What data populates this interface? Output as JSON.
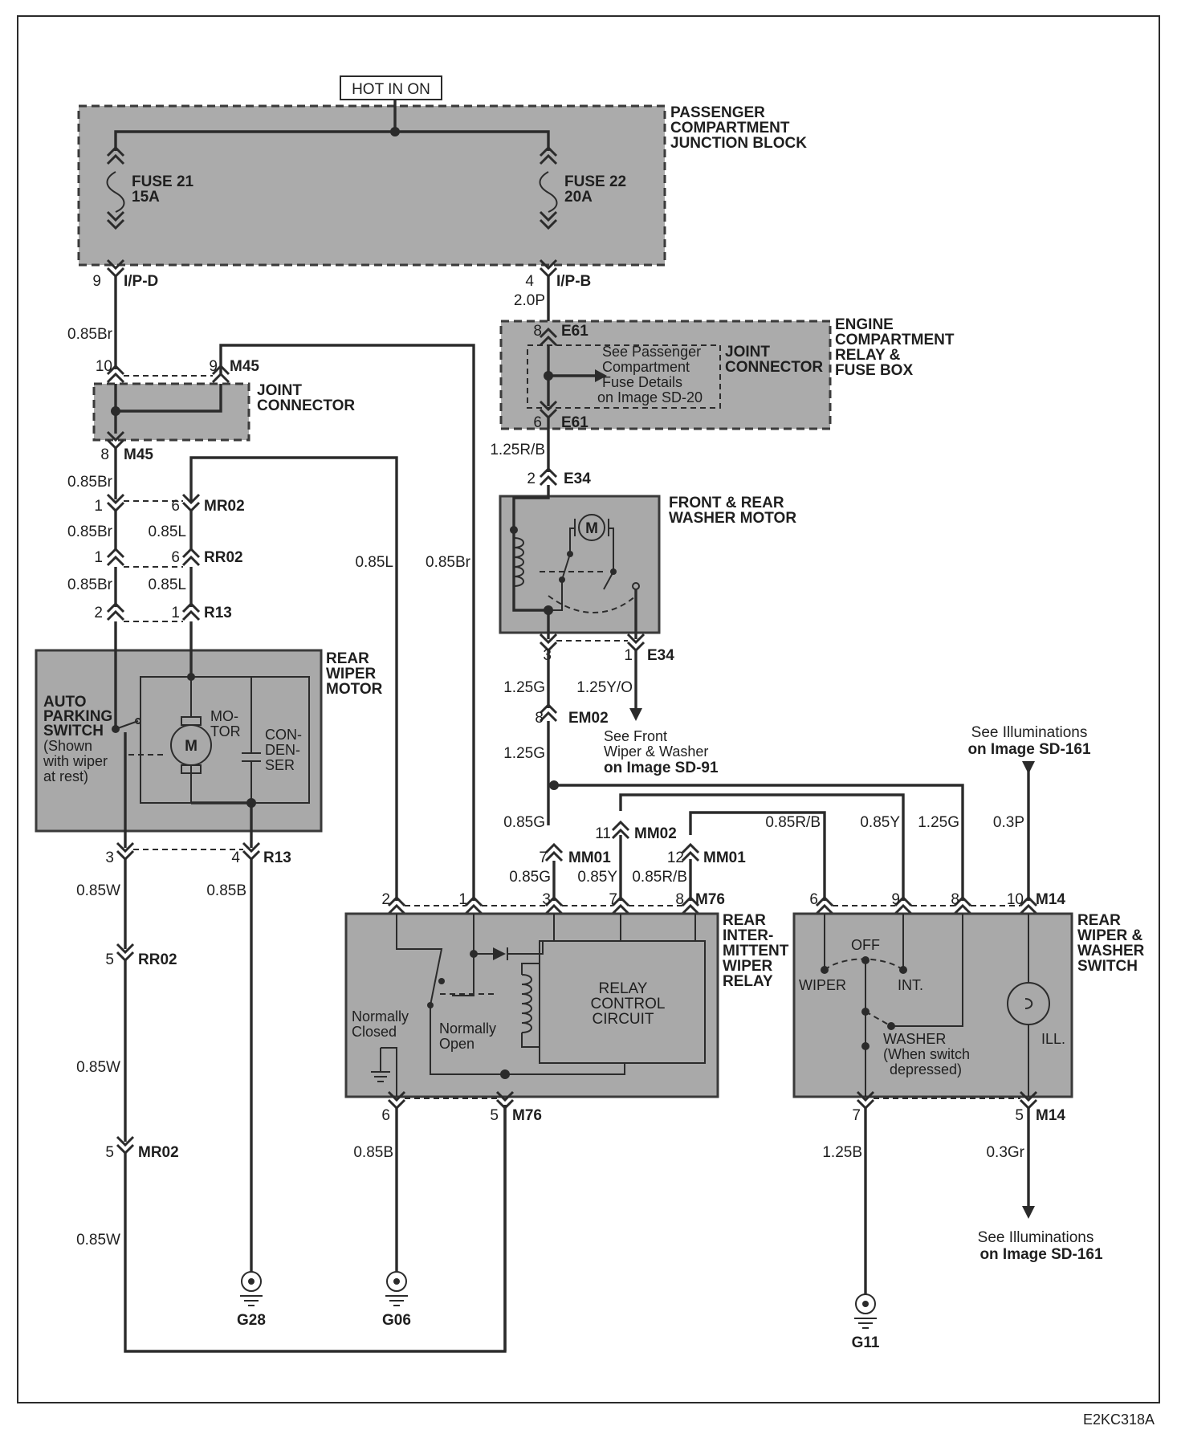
{
  "hot": "HOT IN ON",
  "pcjb": {
    "line1": "PASSENGER",
    "line2": "COMPARTMENT",
    "line3": "JUNCTION BLOCK"
  },
  "fuse21": {
    "name": "FUSE 21",
    "rating": "15A"
  },
  "fuse22": {
    "name": "FUSE 22",
    "rating": "20A"
  },
  "conn": {
    "ipd_pin": "9",
    "ipd": "I/P-D",
    "ipb_pin": "4",
    "ipb": "I/P-B",
    "m45_10": "10",
    "m45_9": "9",
    "m45_top": "M45",
    "m45_8": "8",
    "m45_bot": "M45",
    "jc1": "JOINT",
    "jc2": "CONNECTOR",
    "e61_8": "8",
    "e61_top": "E61",
    "e61_6": "6",
    "e61_bot": "E61",
    "e34_2": "2",
    "e34_top": "E34",
    "e34_3": "3",
    "e34_1": "1",
    "e34_bot": "E34",
    "mr02_1": "1",
    "mr02_6": "6",
    "mr02": "MR02",
    "rr02_1": "1",
    "rr02_6": "6",
    "rr02": "RR02",
    "r13_2": "2",
    "r13_1": "1",
    "r13": "R13",
    "r13b_3": "3",
    "r13b_4": "4",
    "r13b": "R13",
    "rr02b_5": "5",
    "rr02b": "RR02",
    "mr02b_5": "5",
    "mr02b": "MR02",
    "em02_8": "8",
    "em02": "EM02",
    "mm01_7": "7",
    "mm01a": "MM01",
    "mm02_11": "11",
    "mm02": "MM02",
    "mm01_12": "12",
    "mm01b": "MM01",
    "m76_2": "2",
    "m76_1": "1",
    "m76_3": "3",
    "m76_7": "7",
    "m76_8": "8",
    "m76_top": "M76",
    "m76_6": "6",
    "m76_5": "5",
    "m76_bot": "M76",
    "m14_6": "6",
    "m14_9": "9",
    "m14_8": "8",
    "m14_10": "10",
    "m14_top": "M14",
    "m14_7": "7",
    "m14_5": "5",
    "m14_bot": "M14"
  },
  "wires": {
    "w_085br_1": "0.85Br",
    "w_085br_2": "0.85Br",
    "w_085br_3": "0.85Br",
    "w_085br_4": "0.85Br",
    "w_085br_5": "0.85Br",
    "w_085l_1": "0.85L",
    "w_085l_2": "0.85L",
    "w_085l_3": "0.85L",
    "w_20p": "2.0P",
    "w_125rb": "1.25R/B",
    "w_125g_1": "1.25G",
    "w_125yo": "1.25Y/O",
    "w_125g_2": "1.25G",
    "w_085g_1": "0.85G",
    "w_085g_2": "0.85G",
    "w_085y_1": "0.85Y",
    "w_085rb_1": "0.85R/B",
    "w_085rb_2": "0.85R/B",
    "w_085y_2": "0.85Y",
    "w_125g_3": "1.25G",
    "w_03p": "0.3P",
    "w_085w_1": "0.85W",
    "w_085w_2": "0.85W",
    "w_085w_3": "0.85W",
    "w_085b_1": "0.85B",
    "w_085b_2": "0.85B",
    "w_125b": "1.25B",
    "w_03gr": "0.3Gr"
  },
  "ecrfb": {
    "line1": "ENGINE",
    "line2": "COMPARTMENT",
    "line3": "RELAY &",
    "line4": "FUSE BOX",
    "jc1": "JOINT",
    "jc2": "CONNECTOR",
    "see1": "See Passenger",
    "see2": "Compartment",
    "see3": "Fuse Details",
    "see4": "on Image SD-20"
  },
  "washer_motor": {
    "line1": "FRONT & REAR",
    "line2": "WASHER MOTOR",
    "m": "M"
  },
  "see_front": {
    "line1": "See Front",
    "line2": "Wiper & Washer",
    "line3": "on Image SD-91"
  },
  "rear_wiper_motor": {
    "title1": "REAR",
    "title2": "WIPER",
    "title3": "MOTOR",
    "aps1": "AUTO",
    "aps2": "PARKING",
    "aps3": "SWITCH",
    "note1": "(Shown",
    "note2": "with wiper",
    "note3": "at rest)",
    "m": "M",
    "motor1": "MO-",
    "motor2": "TOR",
    "cond1": "CON-",
    "cond2": "DEN-",
    "cond3": "SER"
  },
  "relay": {
    "title1": "REAR",
    "title2": "INTER-",
    "title3": "MITTENT",
    "title4": "WIPER",
    "title5": "RELAY",
    "nc1": "Normally",
    "nc2": "Closed",
    "no1": "Normally",
    "no2": "Open",
    "rc1": "RELAY",
    "rc2": "CONTROL",
    "rc3": "CIRCUIT"
  },
  "rws": {
    "title1": "REAR",
    "title2": "WIPER &",
    "title3": "WASHER",
    "title4": "SWITCH",
    "off": "OFF",
    "wiper": "WIPER",
    "int": "INT.",
    "washer": "WASHER",
    "wnote1": "(When switch",
    "wnote2": "depressed)",
    "ill": "ILL."
  },
  "illum_top": {
    "line1": "See Illuminations",
    "line2": "on Image SD-161"
  },
  "illum_bot": {
    "line1": "See Illuminations",
    "line2": "on Image SD-161"
  },
  "grounds": {
    "g28": "G28",
    "g06": "G06",
    "g11": "G11"
  },
  "code": "E2KC318A"
}
